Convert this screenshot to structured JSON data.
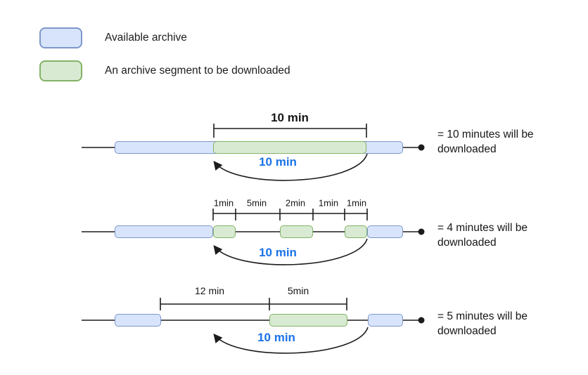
{
  "legend": {
    "items": [
      {
        "id": "available-archive",
        "label": "Available archive"
      },
      {
        "id": "segment-to-download",
        "label": "An archive segment to be downloaded"
      }
    ]
  },
  "colors": {
    "archive_fill": "#d8e4fb",
    "archive_border": "#7d97cb",
    "segment_fill": "#d9ead3",
    "segment_border": "#82b366",
    "loop_label_blue": "#1a73e8",
    "line_black": "#1c1c1c"
  },
  "scenarios": [
    {
      "span_label": "10 min",
      "tick_labels": [],
      "loop_label": "10 min",
      "result": "= 10 minutes will be downloaded"
    },
    {
      "span_label": "",
      "tick_labels": [
        "1min",
        "5min",
        "2min",
        "1min",
        "1min"
      ],
      "loop_label": "10 min",
      "result": "= 4 minutes will be downloaded"
    },
    {
      "span_label": "",
      "tick_labels": [
        "12 min",
        "5min"
      ],
      "loop_label": "10 min",
      "result": "= 5 minutes will be downloaded"
    }
  ]
}
